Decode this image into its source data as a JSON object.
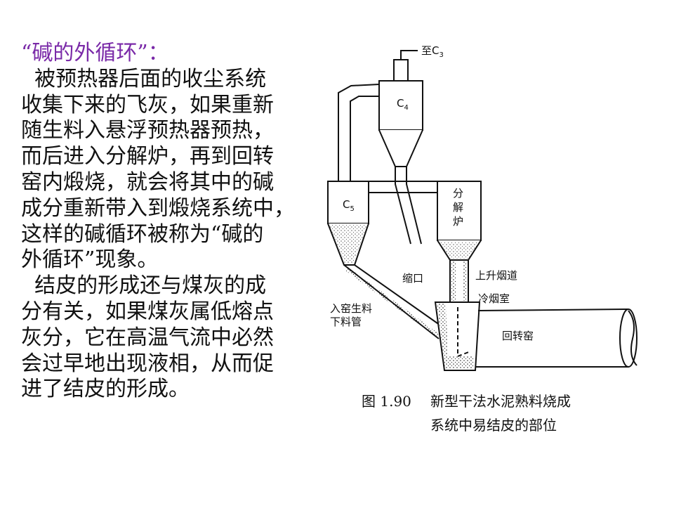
{
  "text": {
    "heading": "“碱的外循环”：",
    "lines": [
      "  被预热器后面的收尘系统",
      "收集下来的飞灰，如果重新",
      "随生料入悬浮预热器预热，",
      "而后进入分解炉，再到回转",
      "窑内煅烧，就会将其中的碱",
      "成分重新带入到煅烧系统中，",
      "这样的碱循环被称为“碱的",
      "外循环”现象。",
      "  结皮的形成还与煤灰的成",
      "分有关，如果煤灰属低熔点",
      "灰分，它在高温气流中必然",
      "会过早地出现液相，从而促",
      "进了结皮的形成。"
    ]
  },
  "diagram": {
    "to_c3": "至C",
    "to_c3_sub": "3",
    "c4": "C",
    "c4_sub": "4",
    "c5": "C",
    "c5_sub": "5",
    "calciner": [
      "分",
      "解",
      "炉"
    ],
    "throat": "缩口",
    "riser": "上升烟道",
    "smoke_chamber": "冷烟室",
    "raw_meal_line1": "入窑生料",
    "raw_meal_line2": "下料管",
    "kiln": "回转窑"
  },
  "caption": {
    "fig_num": "图 1.90",
    "line1": "新型干法水泥熟料烧成",
    "line2": "系统中易结皮的部位"
  }
}
